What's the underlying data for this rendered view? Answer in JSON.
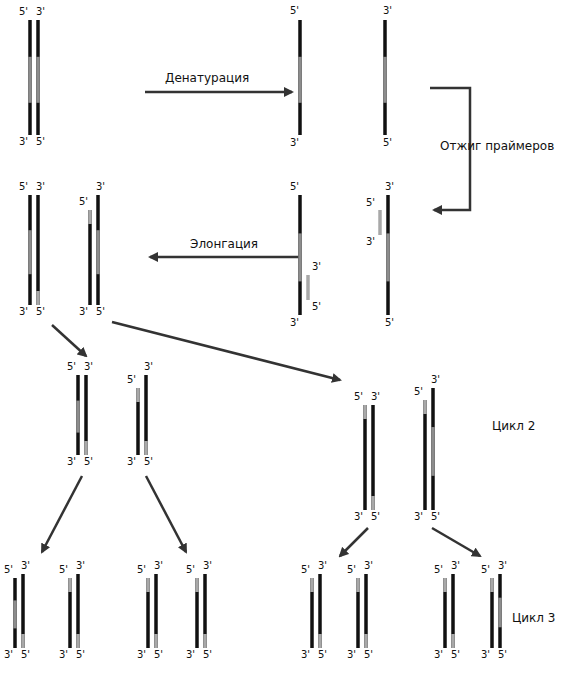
{
  "diagram": {
    "labels": [
      "Денатурация",
      "Отжиг праймеров",
      "Элонгация",
      "Цикл 2",
      "Цикл 3",
      "5'",
      "3'",
      "3'",
      "5'",
      "5'",
      "3'",
      "3'",
      "5'",
      "5'",
      "3'",
      "3'",
      "5'",
      "3'",
      "5'",
      "5'",
      "3'",
      "5'",
      "3'",
      "3'",
      "5'",
      "5'",
      "3'",
      "3'",
      "5'",
      "5'",
      "3'",
      "3'",
      "5'",
      "5'",
      "3'",
      "3'",
      "5'",
      "5'",
      "3'",
      "3'",
      "5'",
      "5'",
      "3'",
      "3'",
      "5'",
      "5'",
      "3'",
      "3'",
      "5'",
      "5'",
      "3'",
      "3'",
      "5'",
      "5'",
      "3'",
      "3'",
      "5'",
      "5'",
      "3'",
      "3'",
      "5'",
      "5'",
      "3'",
      "3'",
      "5'",
      "5'",
      "3'",
      "3'",
      "5'",
      "5'",
      "3'",
      "3'",
      "5'",
      "5'",
      "3'",
      "3'",
      "5'"
    ]
  }
}
